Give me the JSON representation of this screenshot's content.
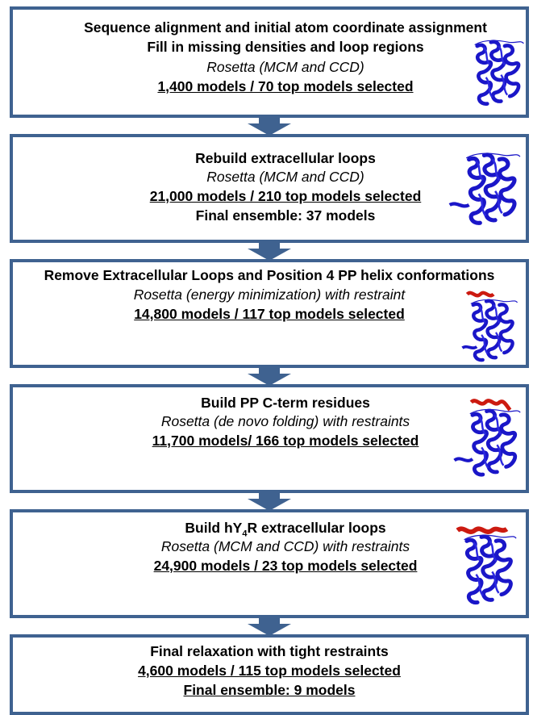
{
  "steps": [
    {
      "title1": "Sequence alignment and initial atom coordinate assignment",
      "title2": "Fill in missing densities and loop regions",
      "method": "Rosetta (MCM and CCD)",
      "models": "1,400 models / 70 top models selected"
    },
    {
      "title": "Rebuild extracellular loops",
      "method": "Rosetta (MCM and CCD)",
      "models": "21,000 models / 210 top models selected",
      "ensemble": "Final ensemble: 37 models"
    },
    {
      "title": "Remove Extracellular Loops and Position 4 PP helix conformations",
      "method": "Rosetta (energy minimization) with restraint",
      "models": "14,800 models / 117 top models selected"
    },
    {
      "title": "Build PP C-term residues",
      "method": "Rosetta (de novo folding) with restraints",
      "models": "11,700 models/ 166 top models selected"
    },
    {
      "title_pre": "Build hY",
      "title_sub": "4",
      "title_post": "R extracellular loops",
      "method": "Rosetta (MCM and CCD) with restraints",
      "models": "24,900 models / 23 top models selected"
    },
    {
      "title": "Final relaxation with tight restraints",
      "models": "4,600 models / 115 top models selected",
      "ensemble": "Final ensemble: 9 models"
    }
  ],
  "colors": {
    "border": "#3f6290",
    "protein": "#1a16c8",
    "peptide": "#cc1a10"
  },
  "icons": [
    "receptor-structure-icon",
    "peptide-helix-icon",
    "down-arrow-icon"
  ]
}
